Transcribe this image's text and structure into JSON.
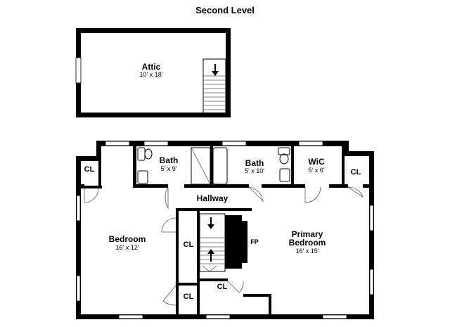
{
  "title": "Second Level",
  "rooms": {
    "attic": {
      "name": "Attic",
      "dims": "10' x 18'"
    },
    "bath1": {
      "name": "Bath",
      "dims": "5' x 9'"
    },
    "bath2": {
      "name": "Bath",
      "dims": "5' x 10'"
    },
    "wic": {
      "name": "WiC",
      "dims": "5' x 6'"
    },
    "hallway": {
      "name": "Hallway"
    },
    "bedroom": {
      "name": "Bedroom",
      "dims": "16' x 12'"
    },
    "primary": {
      "name_line1": "Primary",
      "name_line2": "Bedroom",
      "dims": "16' x 15'"
    },
    "fireplace": {
      "name": "FP"
    }
  },
  "closets": {
    "cl_left": "CL",
    "cl_right": "CL",
    "cl_stair": "CL",
    "cl_bottom_left": "CL",
    "cl_bottom_center": "CL"
  },
  "icons": {
    "stair_arrow": "arrow-icon"
  }
}
